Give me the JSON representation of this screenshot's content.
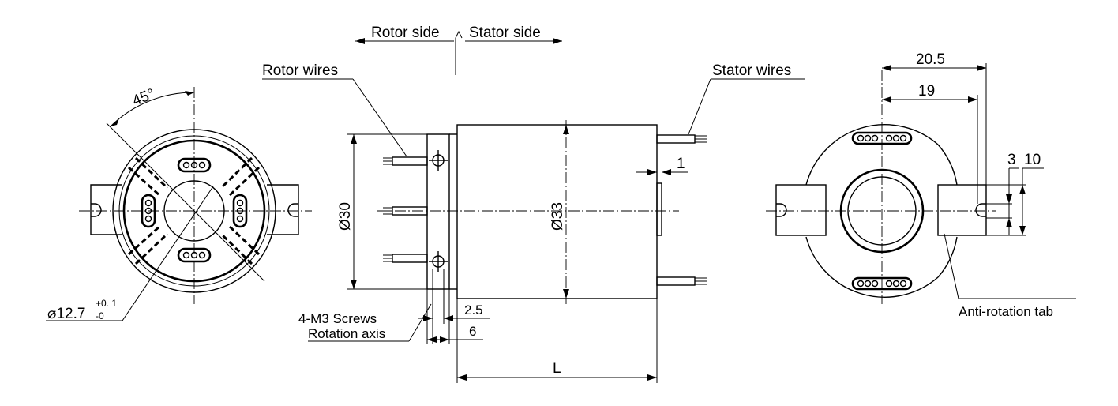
{
  "labels": {
    "rotor_side": "Rotor side",
    "stator_side": "Stator side",
    "rotor_wires": "Rotor wires",
    "stator_wires": "Stator wires",
    "screws": "4-M3 Screws",
    "rotation_axis": "Rotation axis",
    "anti_rotation_tab": "Anti-rotation tab"
  },
  "dimensions": {
    "angle": "45°",
    "bore_symbol": "⌀",
    "bore_value": "12.7",
    "bore_tol_upper": "+0. 1",
    "bore_tol_lower": "-0",
    "flange_dia": "Ø30",
    "body_dia": "Ø33",
    "gap": "1",
    "flange_thk": "2.5",
    "flange_len": "6",
    "length": "L",
    "tab_outer": "20.5",
    "tab_inner": "19",
    "slot_w": "3",
    "tab_h": "10"
  }
}
